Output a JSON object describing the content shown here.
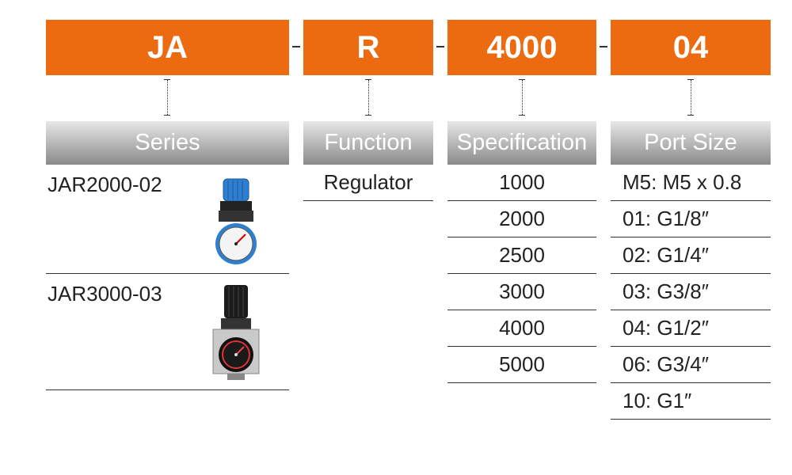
{
  "code": {
    "segments": [
      "JA",
      "R",
      "4000",
      "04"
    ],
    "separator": "-"
  },
  "headers": {
    "series": "Series",
    "function": "Function",
    "specification": "Specification",
    "port_size": "Port Size"
  },
  "series": {
    "items": [
      {
        "label": "JAR2000-02",
        "image": "blue-knob-regulator-with-gauge"
      },
      {
        "label": "JAR3000-03",
        "image": "black-knob-regulator-with-gauge"
      }
    ]
  },
  "function": {
    "items": [
      "Regulator"
    ]
  },
  "specification": {
    "items": [
      "1000",
      "2000",
      "2500",
      "3000",
      "4000",
      "5000"
    ]
  },
  "port_size": {
    "items": [
      "M5: M5 x 0.8",
      "01: G1/8″",
      "02: G1/4″",
      "03: G3/8″",
      "04: G1/2″",
      "06: G3/4″",
      "10: G1″"
    ]
  },
  "colors": {
    "accent_orange": "#ec6a10",
    "header_gray": "#9a9a9a",
    "text": "#222222"
  }
}
